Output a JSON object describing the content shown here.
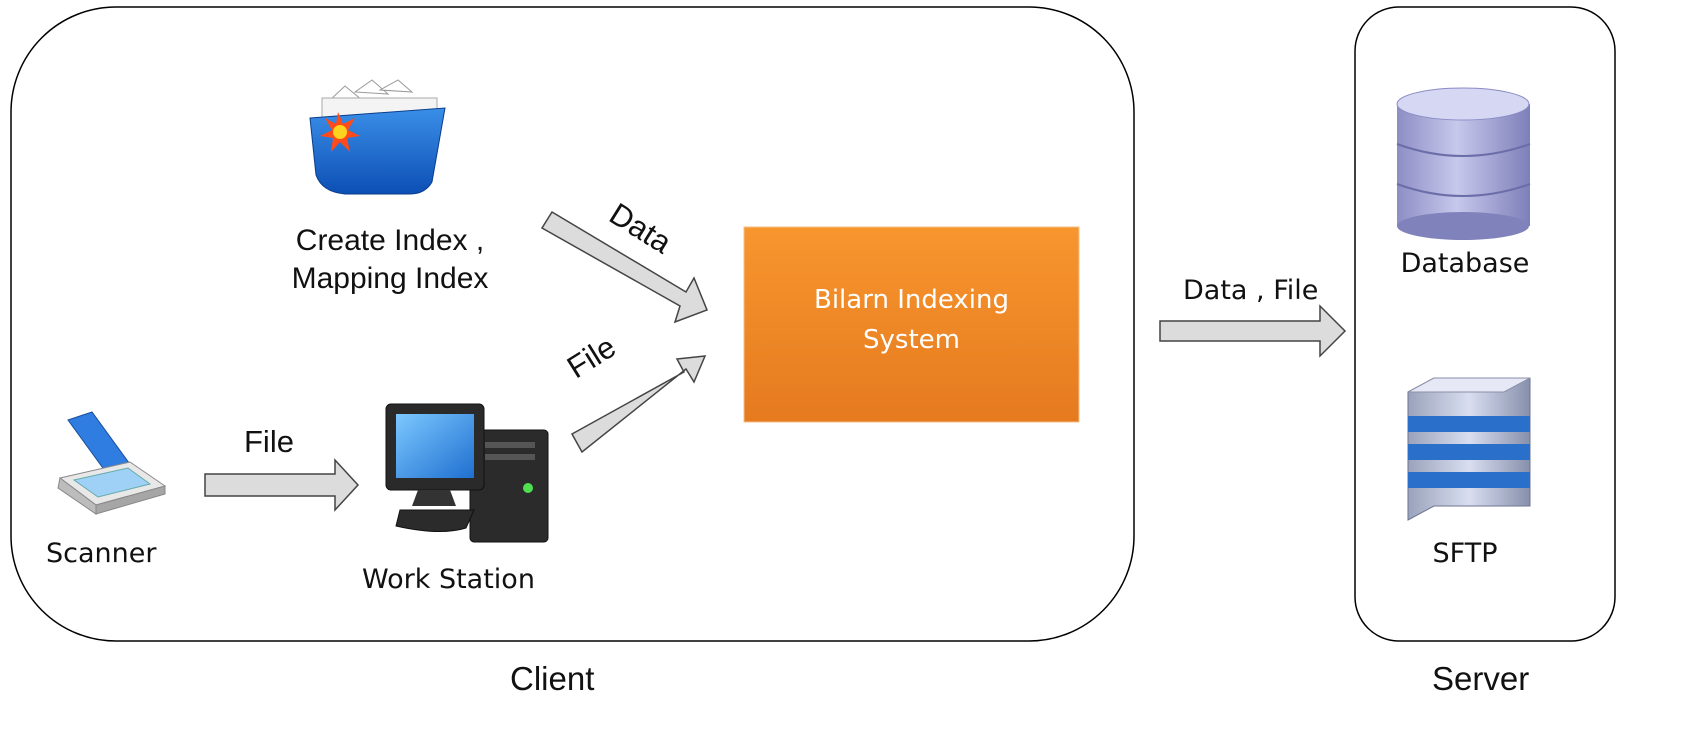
{
  "groups": {
    "client": {
      "label": "Client"
    },
    "server": {
      "label": "Server"
    }
  },
  "nodes": {
    "create_index": {
      "label_line1": "Create Index ,",
      "label_line2": "Mapping Index",
      "icon": "folder-index-icon"
    },
    "scanner": {
      "label": "Scanner",
      "icon": "scanner-icon"
    },
    "workstation": {
      "label": "Work Station",
      "icon": "workstation-icon"
    },
    "system": {
      "label_line1": "Bilarn Indexing",
      "label_line2": "System"
    },
    "database": {
      "label": "Database",
      "icon": "database-icon"
    },
    "sftp": {
      "label": "SFTP",
      "icon": "server-icon"
    }
  },
  "edges": {
    "scanner_to_workstation": {
      "label": "File"
    },
    "workstation_to_system": {
      "label": "File"
    },
    "index_to_system": {
      "label": "Data"
    },
    "system_to_server": {
      "label": "Data , File"
    }
  },
  "colors": {
    "system_fill_top": "#f7902a",
    "system_fill_bottom": "#e67a1c",
    "system_text": "#ffffff",
    "arrow_fill": "#dcdcdc",
    "arrow_stroke": "#444444",
    "border": "#000000"
  }
}
